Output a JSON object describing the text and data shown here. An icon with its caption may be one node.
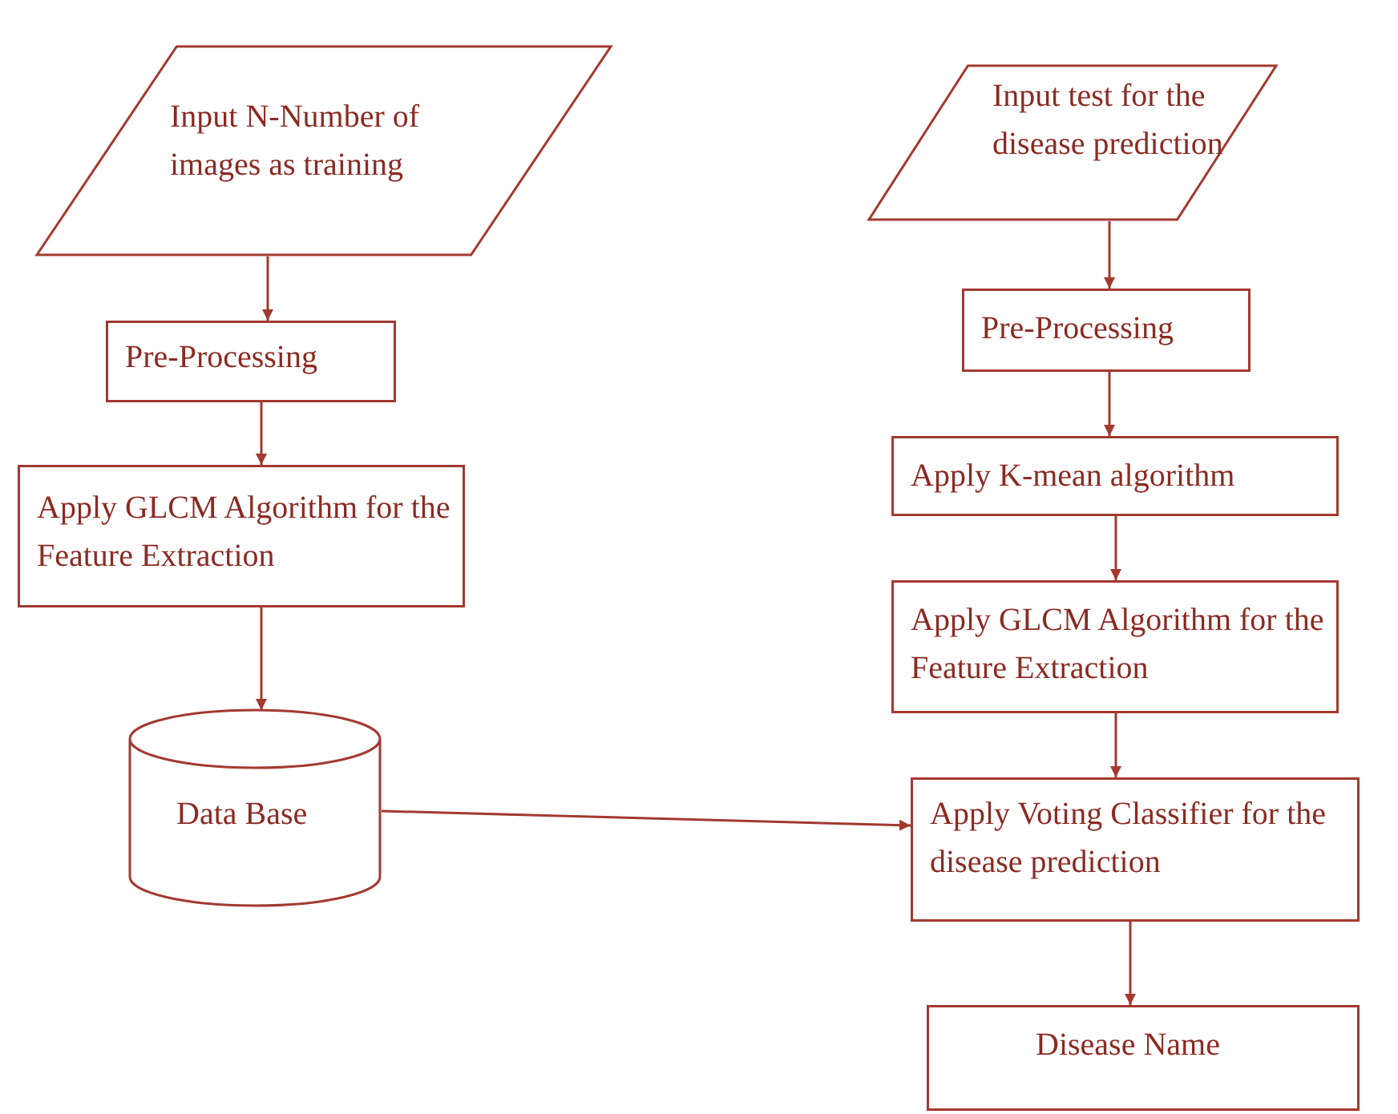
{
  "diagram": {
    "nodes": [
      {
        "text": [
          "Input N-Number of images as training"
        ]
      },
      {
        "text": [
          "Pre-Processing"
        ]
      },
      {
        "text": [
          "Apply GLCM Algorithm for the Feature Extraction"
        ]
      },
      {
        "text": [
          "Data Base"
        ]
      },
      {
        "text": [
          "Input test for the disease prediction"
        ]
      },
      {
        "text": [
          "Pre-Processing"
        ]
      },
      {
        "text": [
          "Apply K-mean algorithm"
        ]
      },
      {
        "text": [
          "Apply GLCM Algorithm for the Feature Extraction"
        ]
      },
      {
        "text": [
          "Apply Voting Classifier for the disease prediction"
        ]
      },
      {
        "text": [
          "Disease Name"
        ]
      }
    ],
    "edges": [
      {
        "from": 0,
        "to": 1,
        "arrow": "to"
      },
      {
        "from": 1,
        "to": 2,
        "arrow": "to"
      },
      {
        "from": 2,
        "to": 3,
        "arrow": "to"
      },
      {
        "from": 3,
        "to": 8,
        "arrow": "to"
      },
      {
        "from": 4,
        "to": 5,
        "arrow": "to"
      },
      {
        "from": 5,
        "to": 6,
        "arrow": "to"
      },
      {
        "from": 6,
        "to": 7,
        "arrow": "to"
      },
      {
        "from": 7,
        "to": 8,
        "arrow": "to"
      },
      {
        "from": 8,
        "to": 9,
        "arrow": "to"
      }
    ]
  }
}
